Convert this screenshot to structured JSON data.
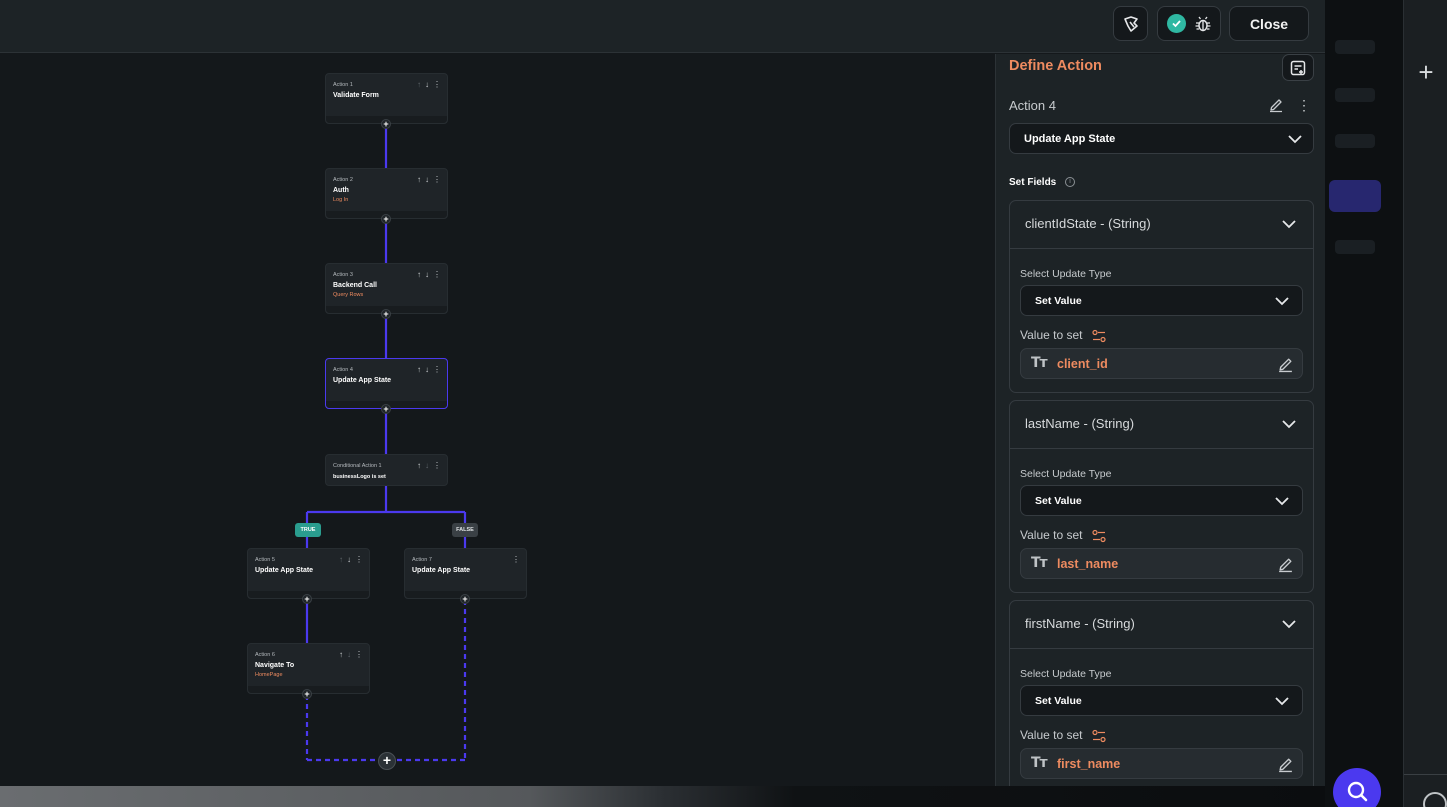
{
  "topbar": {
    "close_label": "Close",
    "icons": [
      "magic-wand-icon",
      "check-circle-icon",
      "bug-icon"
    ]
  },
  "flow": {
    "nodes": [
      {
        "label": "Action 1",
        "title": "Validate Form",
        "subtitle": ""
      },
      {
        "label": "Action 2",
        "title": "Auth",
        "subtitle": "Log In"
      },
      {
        "label": "Action 3",
        "title": "Backend Call",
        "subtitle": "Query Rows"
      },
      {
        "label": "Action 4",
        "title": "Update App State",
        "subtitle": ""
      },
      {
        "label": "Conditional Action 1",
        "title": "businessLogo is set",
        "subtitle": ""
      },
      {
        "label": "Action 5",
        "title": "Update App State",
        "subtitle": ""
      },
      {
        "label": "Action 6",
        "title": "Navigate To",
        "subtitle": "HomePage"
      },
      {
        "label": "Action 7",
        "title": "Update App State",
        "subtitle": ""
      }
    ],
    "true_tag": "TRUE",
    "false_tag": "FALSE"
  },
  "panel": {
    "title": "Define Action",
    "action_label": "Action 4",
    "action_type": "Update App State",
    "set_fields_label": "Set Fields",
    "fields": [
      {
        "name": "clientIdState - (String)",
        "update_type_label": "Select Update Type",
        "update_type": "Set Value",
        "value_label": "Value to set",
        "value": "client_id"
      },
      {
        "name": "lastName - (String)",
        "update_type_label": "Select Update Type",
        "update_type": "Set Value",
        "value_label": "Value to set",
        "value": "last_name"
      },
      {
        "name": "firstName - (String)",
        "update_type_label": "Select Update Type",
        "update_type": "Set Value",
        "value_label": "Value to set",
        "value": "first_name"
      }
    ]
  },
  "colors": {
    "accent": "#4b39ef",
    "orange": "#ee8b60",
    "teal": "#2a9d8f",
    "background": "#14181b",
    "surface": "#1d2326"
  }
}
